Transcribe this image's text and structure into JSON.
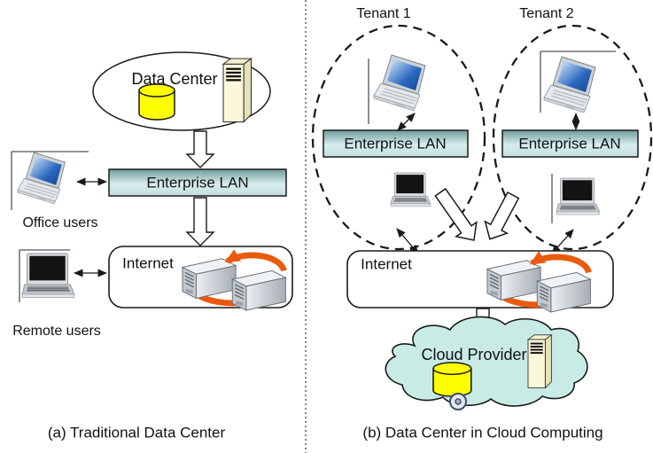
{
  "panels": {
    "left": {
      "caption": "(a) Traditional Data Center",
      "data_center_label": "Data Center",
      "enterprise_lan_label": "Enterprise LAN",
      "internet_label": "Internet",
      "office_users_label": "Office users",
      "remote_users_label": "Remote users"
    },
    "right": {
      "caption": "(b) Data Center in Cloud Computing",
      "tenant1_label": "Tenant 1",
      "tenant2_label": "Tenant 2",
      "tenant1_lan_label": "Enterprise LAN",
      "tenant2_lan_label": "Enterprise LAN",
      "internet_label": "Internet",
      "cloud_provider_label": "Cloud Provider"
    }
  },
  "icons": {
    "database-icon": "yellow cylinder",
    "server-tower-icon": "beige tower with vent slots",
    "laptop-blue-icon": "laptop, blue screen, 3/4 view",
    "laptop-black-icon": "laptop, black screen, front view",
    "server-sync-icon": "two servers exchanging data (orange circular arrows)",
    "wheel-icon": "small caster wheel under cloud"
  },
  "colors": {
    "lan_box_top": "#6f9b9b",
    "lan_box_light": "#d8eded",
    "lan_box_bottom": "#c2dede",
    "cloud_fill": "#c9ebe6",
    "database_yellow": "#ffff00",
    "tower_fill": "#fbf8da",
    "sync_arrow_orange": "#ea5a0d",
    "outline": "#1a1a1a"
  }
}
